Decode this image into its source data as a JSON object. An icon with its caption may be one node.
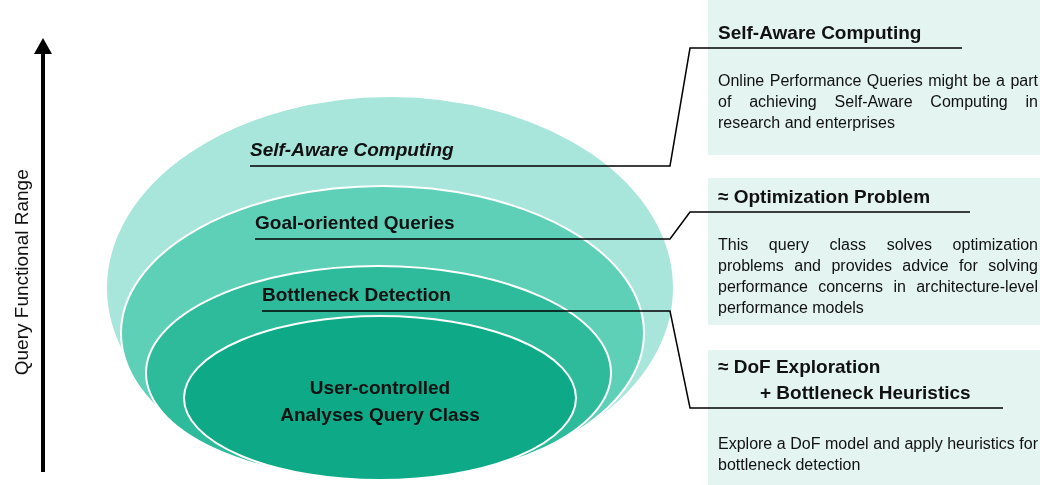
{
  "diagram": {
    "nodes": [
      {
        "text": [
          "Self-Aware Computing"
        ]
      },
      {
        "text": [
          "Goal-oriented Queries"
        ],
        "in": 0
      },
      {
        "text": [
          "Bottleneck Detection"
        ],
        "in": 1
      },
      {
        "text": [
          "User-controlled Analyses Query Class"
        ],
        "in": 2
      },
      {
        "text": [
          "Self-Aware Computing",
          "Online Performance Queries might be a part of achieving Self-Aware Computing in research and enterprises"
        ]
      },
      {
        "text": [
          "≈ Optimization Problem",
          "This query class solves optimization problems and provides advice for solving performance concerns in architecture-level performance models"
        ]
      },
      {
        "text": [
          "≈ DoF Exploration",
          "+ Bottleneck Heuristics",
          "Explore a DoF model and apply heuristics for bottleneck detection"
        ]
      }
    ],
    "edges": [
      {
        "from": 0,
        "to": 4,
        "arrow": "none"
      },
      {
        "from": 1,
        "to": 5,
        "arrow": "none"
      },
      {
        "from": 2,
        "to": 6,
        "arrow": "none"
      }
    ],
    "labels": [
      "Query Functional Range"
    ]
  }
}
